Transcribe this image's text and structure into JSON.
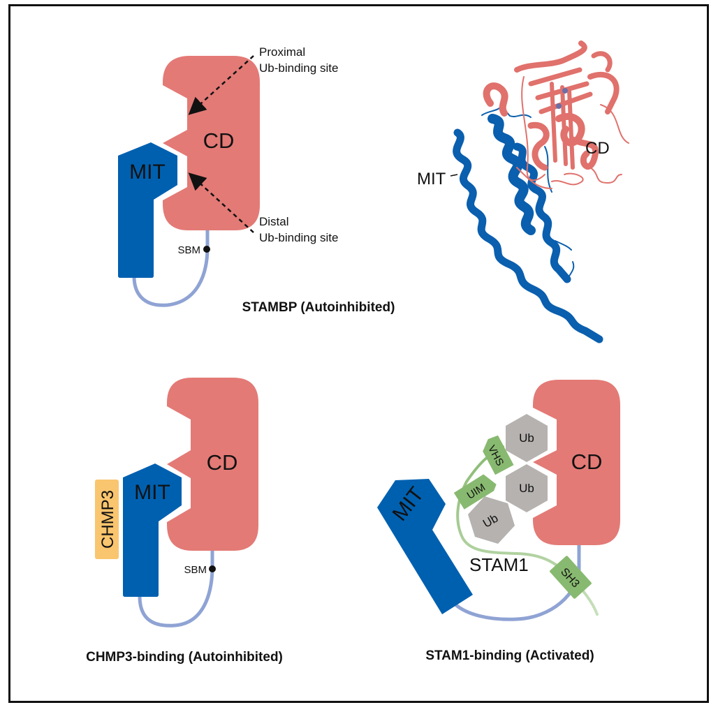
{
  "colors": {
    "cd": "#e37a76",
    "mit": "#0060b0",
    "linker": "#8fa3d4",
    "stam1": "#88b970",
    "ub": "#b6b2b0",
    "chmp3": "#f9c56e",
    "text": "#111111"
  },
  "panels": {
    "stambp_schematic": {
      "cd_label": "CD",
      "mit_label": "MIT",
      "sbm_label": "SBM",
      "proximal_line1": "Proximal",
      "proximal_line2": "Ub-binding site",
      "distal_line1": "Distal",
      "distal_line2": "Ub-binding site",
      "caption": "STAMBP (Autoinhibited)"
    },
    "structure": {
      "mit_label": "MIT",
      "cd_label": "CD"
    },
    "chmp3_binding": {
      "cd_label": "CD",
      "mit_label": "MIT",
      "chmp3_label": "CHMP3",
      "sbm_label": "SBM",
      "caption": "CHMP3-binding (Autoinhibited)"
    },
    "stam1_binding": {
      "cd_label": "CD",
      "mit_label": "MIT",
      "ub_labels": [
        "Ub",
        "Ub",
        "Ub"
      ],
      "vhs_label": "VHS",
      "uim_label": "UIM",
      "sh3_label": "SH3",
      "stam1_label": "STAM1",
      "caption": "STAM1-binding (Activated)"
    }
  }
}
